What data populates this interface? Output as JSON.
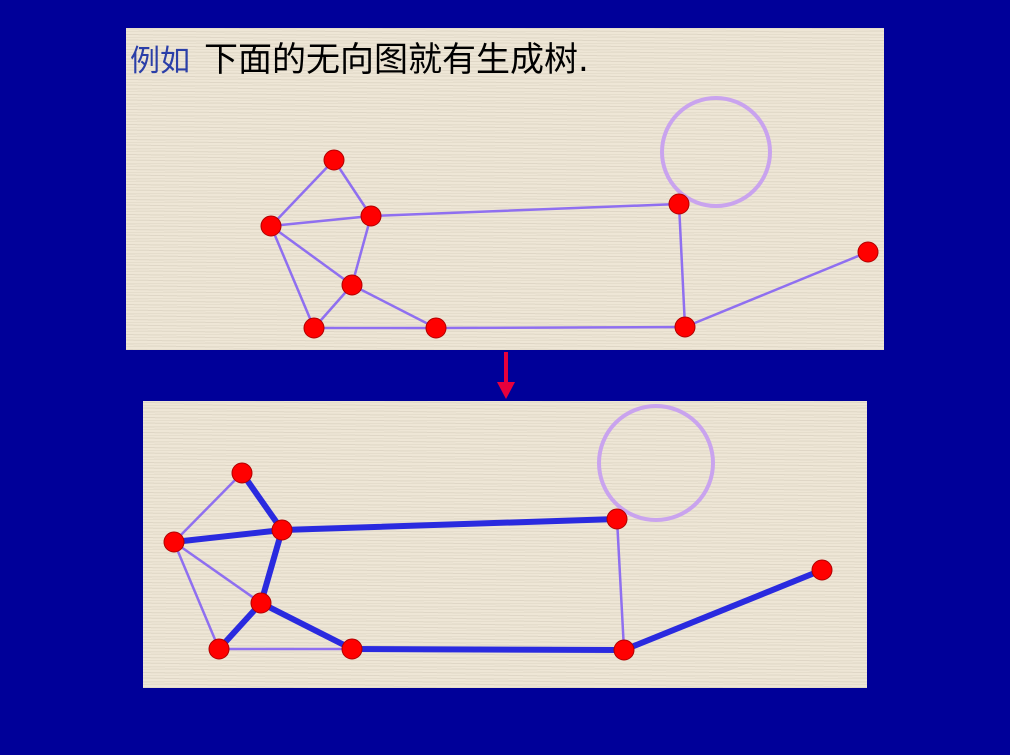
{
  "slide": {
    "background_color": "#000099",
    "caption_prefix": "例如",
    "caption_text": "下面的无向图就有生成树."
  },
  "colors": {
    "edge": "#8f6ff0",
    "tree_edge": "#2a2adf",
    "vertex": "#ff0000",
    "sun": "#c9a3ee",
    "arrow": "#e8003c"
  },
  "graph": {
    "vertices": [
      "top",
      "left",
      "upper-mid",
      "center",
      "bottom-left",
      "bottom-mid",
      "rect-top-right",
      "rect-bottom-right",
      "far-right"
    ],
    "edges": [
      [
        "top",
        "upper-mid"
      ],
      [
        "top",
        "left"
      ],
      [
        "left",
        "upper-mid"
      ],
      [
        "left",
        "center"
      ],
      [
        "left",
        "bottom-left"
      ],
      [
        "upper-mid",
        "center"
      ],
      [
        "center",
        "bottom-left"
      ],
      [
        "center",
        "bottom-mid"
      ],
      [
        "bottom-left",
        "bottom-mid"
      ],
      [
        "upper-mid",
        "rect-top-right"
      ],
      [
        "rect-top-right",
        "rect-bottom-right"
      ],
      [
        "bottom-mid",
        "rect-bottom-right"
      ],
      [
        "rect-bottom-right",
        "far-right"
      ]
    ],
    "spanning_tree_edges": [
      [
        "top",
        "upper-mid"
      ],
      [
        "left",
        "upper-mid"
      ],
      [
        "upper-mid",
        "center"
      ],
      [
        "center",
        "bottom-left"
      ],
      [
        "center",
        "bottom-mid"
      ],
      [
        "upper-mid",
        "rect-top-right"
      ],
      [
        "bottom-mid",
        "rect-bottom-right"
      ],
      [
        "rect-bottom-right",
        "far-right"
      ]
    ]
  }
}
